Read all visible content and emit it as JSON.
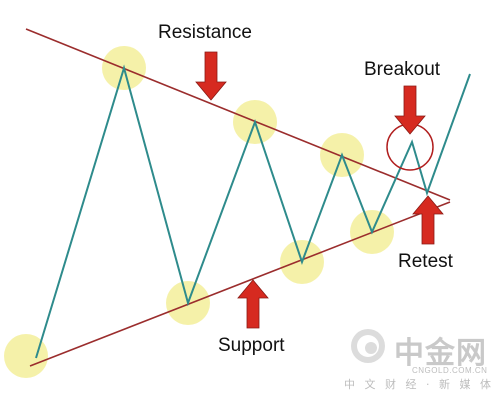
{
  "labels": {
    "resistance": "Resistance",
    "breakout": "Breakout",
    "retest": "Retest",
    "support": "Support"
  },
  "watermark": {
    "name_cn": "中金网",
    "domain": "CNGOLD.COM.CN",
    "slogan": "中 文 财 经 · 新 媒 体",
    "logo_icon": "cngold-logo-icon"
  },
  "colors": {
    "price_line": "#2e8b8c",
    "trendline": "#9b2d2d",
    "highlight": "#f3ee9a",
    "arrow": "#d62a20",
    "breakout_circle": "#b11f1f",
    "watermark": "#c9c9c9"
  }
}
